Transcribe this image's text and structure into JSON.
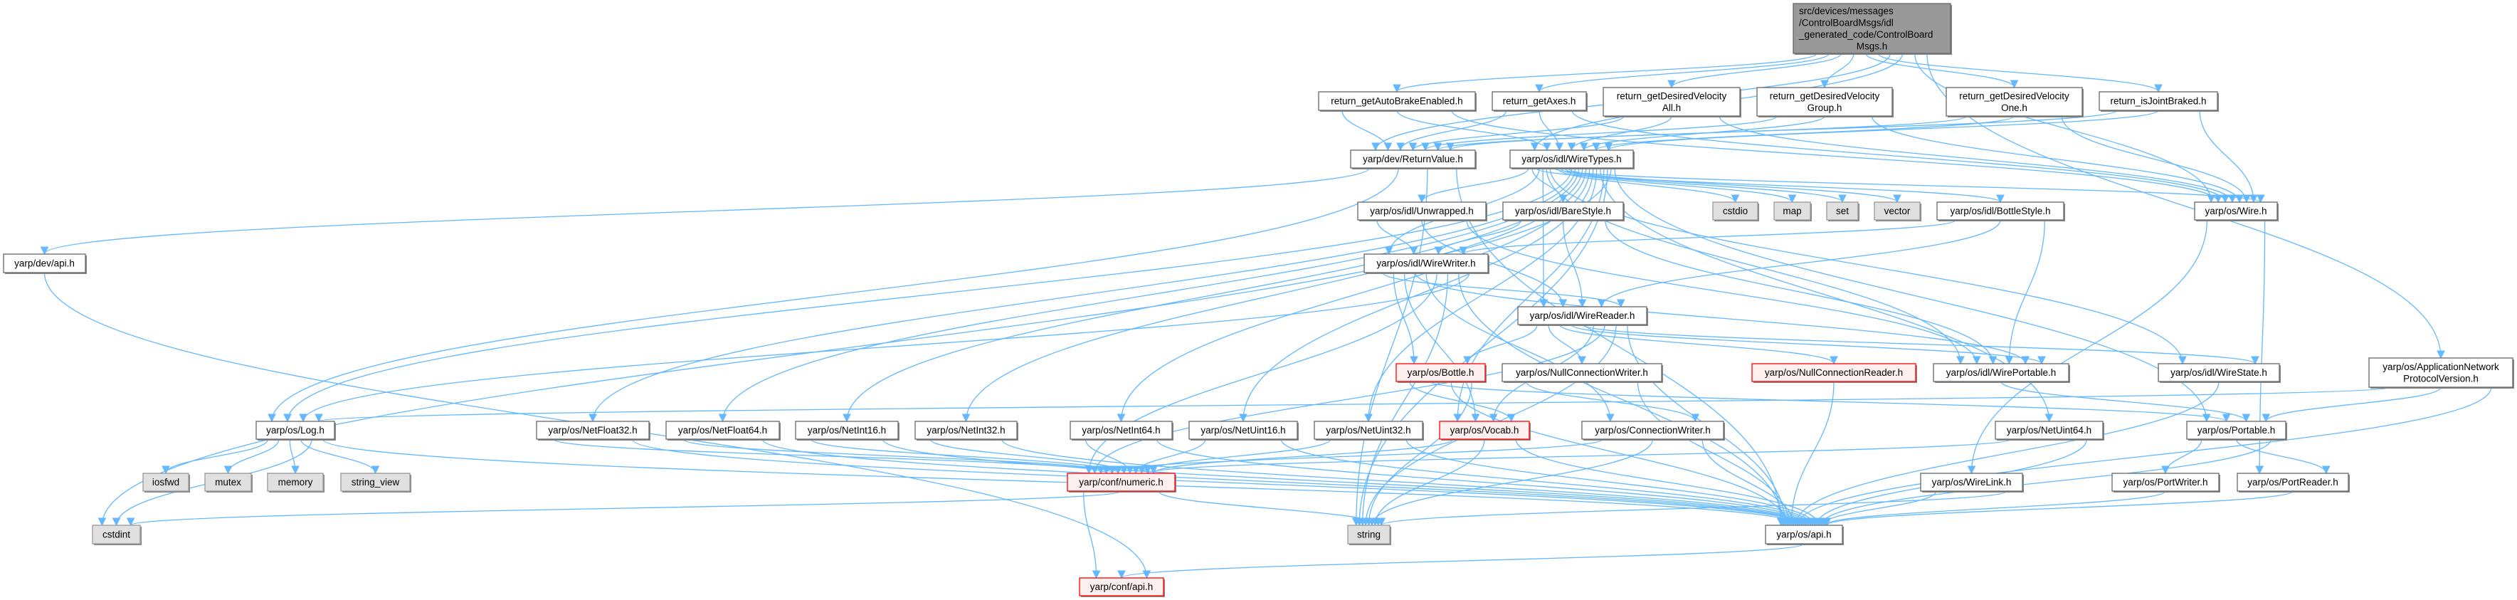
{
  "title": "Include dependency graph for ControlBoardMsgs.h",
  "colors": {
    "edge": "#63b8ff",
    "root_fill": "#999999",
    "root_stroke": "#666666",
    "normal_fill": "#ffffff",
    "normal_stroke": "#666666",
    "system_fill": "#e0e0e0",
    "system_stroke": "#999999",
    "missing_fill": "#fff0f0",
    "missing_stroke": "#ff0000"
  },
  "nodes": [
    {
      "id": "root",
      "kind": "root",
      "lines": [
        "src/devices/messages",
        "/ControlBoardMsgs/idl",
        "_generated_code/ControlBoard",
        "Msgs.h"
      ]
    },
    {
      "id": "autobrake",
      "kind": "normal",
      "lines": [
        "return_getAutoBrakeEnabled.h"
      ]
    },
    {
      "id": "getaxes",
      "kind": "normal",
      "lines": [
        "return_getAxes.h"
      ]
    },
    {
      "id": "dvall",
      "kind": "normal",
      "lines": [
        "return_getDesiredVelocity",
        "All.h"
      ]
    },
    {
      "id": "dvgroup",
      "kind": "normal",
      "lines": [
        "return_getDesiredVelocity",
        "Group.h"
      ]
    },
    {
      "id": "dvone",
      "kind": "normal",
      "lines": [
        "return_getDesiredVelocity",
        "One.h"
      ]
    },
    {
      "id": "isjoint",
      "kind": "normal",
      "lines": [
        "return_isJointBraked.h"
      ]
    },
    {
      "id": "returnvalue",
      "kind": "normal",
      "lines": [
        "yarp/dev/ReturnValue.h"
      ]
    },
    {
      "id": "wiretypes",
      "kind": "normal",
      "lines": [
        "yarp/os/idl/WireTypes.h"
      ]
    },
    {
      "id": "devapi",
      "kind": "normal",
      "lines": [
        "yarp/dev/api.h"
      ]
    },
    {
      "id": "unwrapped",
      "kind": "normal",
      "lines": [
        "yarp/os/idl/Unwrapped.h"
      ]
    },
    {
      "id": "barestyle",
      "kind": "normal",
      "lines": [
        "yarp/os/idl/BareStyle.h"
      ]
    },
    {
      "id": "cstdio",
      "kind": "system",
      "lines": [
        "cstdio"
      ]
    },
    {
      "id": "map",
      "kind": "system",
      "lines": [
        "map"
      ]
    },
    {
      "id": "set",
      "kind": "system",
      "lines": [
        "set"
      ]
    },
    {
      "id": "vector",
      "kind": "system",
      "lines": [
        "vector"
      ]
    },
    {
      "id": "bottlestyle",
      "kind": "normal",
      "lines": [
        "yarp/os/idl/BottleStyle.h"
      ]
    },
    {
      "id": "wire",
      "kind": "normal",
      "lines": [
        "yarp/os/Wire.h"
      ]
    },
    {
      "id": "wirewriter",
      "kind": "normal",
      "lines": [
        "yarp/os/idl/WireWriter.h"
      ]
    },
    {
      "id": "wirereader",
      "kind": "normal",
      "lines": [
        "yarp/os/idl/WireReader.h"
      ]
    },
    {
      "id": "bottle",
      "kind": "missing",
      "lines": [
        "yarp/os/Bottle.h"
      ]
    },
    {
      "id": "nullconnwriter",
      "kind": "normal",
      "lines": [
        "yarp/os/NullConnectionWriter.h"
      ]
    },
    {
      "id": "nullconnreader",
      "kind": "missing",
      "lines": [
        "yarp/os/NullConnectionReader.h"
      ]
    },
    {
      "id": "wireportable",
      "kind": "normal",
      "lines": [
        "yarp/os/idl/WirePortable.h"
      ]
    },
    {
      "id": "wirestate",
      "kind": "normal",
      "lines": [
        "yarp/os/idl/WireState.h"
      ]
    },
    {
      "id": "appnet",
      "kind": "normal",
      "lines": [
        "yarp/os/ApplicationNetwork",
        "ProtocolVersion.h"
      ]
    },
    {
      "id": "log",
      "kind": "normal",
      "lines": [
        "yarp/os/Log.h"
      ]
    },
    {
      "id": "netfloat32",
      "kind": "normal",
      "lines": [
        "yarp/os/NetFloat32.h"
      ]
    },
    {
      "id": "netfloat64",
      "kind": "normal",
      "lines": [
        "yarp/os/NetFloat64.h"
      ]
    },
    {
      "id": "netint16",
      "kind": "normal",
      "lines": [
        "yarp/os/NetInt16.h"
      ]
    },
    {
      "id": "netint32",
      "kind": "normal",
      "lines": [
        "yarp/os/NetInt32.h"
      ]
    },
    {
      "id": "netint64",
      "kind": "normal",
      "lines": [
        "yarp/os/NetInt64.h"
      ]
    },
    {
      "id": "netuint16",
      "kind": "normal",
      "lines": [
        "yarp/os/NetUint16.h"
      ]
    },
    {
      "id": "netuint32",
      "kind": "normal",
      "lines": [
        "yarp/os/NetUint32.h"
      ]
    },
    {
      "id": "vocab",
      "kind": "missing",
      "lines": [
        "yarp/os/Vocab.h"
      ]
    },
    {
      "id": "connwriter",
      "kind": "normal",
      "lines": [
        "yarp/os/ConnectionWriter.h"
      ]
    },
    {
      "id": "netuint64",
      "kind": "normal",
      "lines": [
        "yarp/os/NetUint64.h"
      ]
    },
    {
      "id": "portable",
      "kind": "normal",
      "lines": [
        "yarp/os/Portable.h"
      ]
    },
    {
      "id": "iosfwd",
      "kind": "system",
      "lines": [
        "iosfwd"
      ]
    },
    {
      "id": "mutex",
      "kind": "system",
      "lines": [
        "mutex"
      ]
    },
    {
      "id": "memory",
      "kind": "system",
      "lines": [
        "memory"
      ]
    },
    {
      "id": "string_view",
      "kind": "system",
      "lines": [
        "string_view"
      ]
    },
    {
      "id": "numeric",
      "kind": "missing",
      "lines": [
        "yarp/conf/numeric.h"
      ]
    },
    {
      "id": "wirelink",
      "kind": "normal",
      "lines": [
        "yarp/os/WireLink.h"
      ]
    },
    {
      "id": "portwriter",
      "kind": "normal",
      "lines": [
        "yarp/os/PortWriter.h"
      ]
    },
    {
      "id": "portreader",
      "kind": "normal",
      "lines": [
        "yarp/os/PortReader.h"
      ]
    },
    {
      "id": "cstdint",
      "kind": "system",
      "lines": [
        "cstdint"
      ]
    },
    {
      "id": "string",
      "kind": "system",
      "lines": [
        "string"
      ]
    },
    {
      "id": "osapi",
      "kind": "normal",
      "lines": [
        "yarp/os/api.h"
      ]
    },
    {
      "id": "confapi",
      "kind": "missing",
      "lines": [
        "yarp/conf/api.h"
      ]
    }
  ],
  "edges": [
    [
      "root",
      "autobrake"
    ],
    [
      "root",
      "getaxes"
    ],
    [
      "root",
      "dvall"
    ],
    [
      "root",
      "dvgroup"
    ],
    [
      "root",
      "dvone"
    ],
    [
      "root",
      "isjoint"
    ],
    [
      "root",
      "returnvalue"
    ],
    [
      "root",
      "wiretypes"
    ],
    [
      "root",
      "wire"
    ],
    [
      "root",
      "appnet"
    ],
    [
      "autobrake",
      "returnvalue"
    ],
    [
      "autobrake",
      "wiretypes"
    ],
    [
      "autobrake",
      "wire"
    ],
    [
      "getaxes",
      "returnvalue"
    ],
    [
      "getaxes",
      "wiretypes"
    ],
    [
      "getaxes",
      "wire"
    ],
    [
      "dvall",
      "returnvalue"
    ],
    [
      "dvall",
      "wiretypes"
    ],
    [
      "dvall",
      "wire"
    ],
    [
      "dvgroup",
      "returnvalue"
    ],
    [
      "dvgroup",
      "wiretypes"
    ],
    [
      "dvgroup",
      "wire"
    ],
    [
      "dvone",
      "returnvalue"
    ],
    [
      "dvone",
      "wiretypes"
    ],
    [
      "dvone",
      "wire"
    ],
    [
      "isjoint",
      "returnvalue"
    ],
    [
      "isjoint",
      "wiretypes"
    ],
    [
      "isjoint",
      "wire"
    ],
    [
      "returnvalue",
      "devapi"
    ],
    [
      "returnvalue",
      "log"
    ],
    [
      "returnvalue",
      "string"
    ],
    [
      "returnvalue",
      "osapi"
    ],
    [
      "wiretypes",
      "unwrapped"
    ],
    [
      "wiretypes",
      "barestyle"
    ],
    [
      "wiretypes",
      "bottlestyle"
    ],
    [
      "wiretypes",
      "wirewriter"
    ],
    [
      "wiretypes",
      "wirereader"
    ],
    [
      "wiretypes",
      "wireportable"
    ],
    [
      "wiretypes",
      "wirestate"
    ],
    [
      "wiretypes",
      "wire"
    ],
    [
      "wiretypes",
      "cstdio"
    ],
    [
      "wiretypes",
      "map"
    ],
    [
      "wiretypes",
      "set"
    ],
    [
      "wiretypes",
      "vector"
    ],
    [
      "wiretypes",
      "log"
    ],
    [
      "wiretypes",
      "netfloat32"
    ],
    [
      "wiretypes",
      "netfloat64"
    ],
    [
      "wiretypes",
      "netint16"
    ],
    [
      "wiretypes",
      "netint32"
    ],
    [
      "wiretypes",
      "netint64"
    ],
    [
      "wiretypes",
      "netuint16"
    ],
    [
      "wiretypes",
      "netuint32"
    ],
    [
      "wiretypes",
      "netuint64"
    ],
    [
      "wiretypes",
      "vocab"
    ],
    [
      "wiretypes",
      "string"
    ],
    [
      "wiretypes",
      "cstdint"
    ],
    [
      "wiretypes",
      "portable"
    ],
    [
      "unwrapped",
      "wirewriter"
    ],
    [
      "unwrapped",
      "wirereader"
    ],
    [
      "unwrapped",
      "wireportable"
    ],
    [
      "barestyle",
      "wirewriter"
    ],
    [
      "barestyle",
      "wirereader"
    ],
    [
      "barestyle",
      "wireportable"
    ],
    [
      "bottlestyle",
      "wirewriter"
    ],
    [
      "bottlestyle",
      "wirereader"
    ],
    [
      "bottlestyle",
      "wireportable"
    ],
    [
      "wirewriter",
      "wirereader"
    ],
    [
      "wirewriter",
      "bottle"
    ],
    [
      "wirewriter",
      "vocab"
    ],
    [
      "wirewriter",
      "wireportable"
    ],
    [
      "wirewriter",
      "connwriter"
    ],
    [
      "wirewriter",
      "numeric"
    ],
    [
      "wirewriter",
      "string"
    ],
    [
      "wirewriter",
      "osapi"
    ],
    [
      "wirewriter",
      "log"
    ],
    [
      "wirereader",
      "bottle"
    ],
    [
      "wirereader",
      "nullconnwriter"
    ],
    [
      "wirereader",
      "nullconnreader"
    ],
    [
      "wirereader",
      "wireportable"
    ],
    [
      "wirereader",
      "wirestate"
    ],
    [
      "wirereader",
      "vocab"
    ],
    [
      "wirereader",
      "numeric"
    ],
    [
      "wirereader",
      "string"
    ],
    [
      "wirereader",
      "osapi"
    ],
    [
      "bottle",
      "vocab"
    ],
    [
      "bottle",
      "portable"
    ],
    [
      "bottle",
      "osapi"
    ],
    [
      "bottle",
      "string"
    ],
    [
      "nullconnwriter",
      "connwriter"
    ],
    [
      "nullconnwriter",
      "osapi"
    ],
    [
      "nullconnreader",
      "osapi"
    ],
    [
      "connwriter",
      "numeric"
    ],
    [
      "connwriter",
      "string"
    ],
    [
      "connwriter",
      "osapi"
    ],
    [
      "wireportable",
      "portable"
    ],
    [
      "wirestate",
      "osapi"
    ],
    [
      "wire",
      "wirelink"
    ],
    [
      "wire",
      "portreader"
    ],
    [
      "appnet",
      "log"
    ],
    [
      "appnet",
      "portable"
    ],
    [
      "appnet",
      "osapi"
    ],
    [
      "log",
      "iosfwd"
    ],
    [
      "log",
      "mutex"
    ],
    [
      "log",
      "memory"
    ],
    [
      "log",
      "string_view"
    ],
    [
      "log",
      "cstdint"
    ],
    [
      "log",
      "osapi"
    ],
    [
      "netfloat32",
      "numeric"
    ],
    [
      "netfloat32",
      "osapi"
    ],
    [
      "netfloat64",
      "numeric"
    ],
    [
      "netfloat64",
      "osapi"
    ],
    [
      "netint16",
      "numeric"
    ],
    [
      "netint16",
      "osapi"
    ],
    [
      "netint32",
      "numeric"
    ],
    [
      "netint32",
      "osapi"
    ],
    [
      "netint64",
      "numeric"
    ],
    [
      "netint64",
      "osapi"
    ],
    [
      "netuint16",
      "numeric"
    ],
    [
      "netuint16",
      "osapi"
    ],
    [
      "netuint32",
      "numeric"
    ],
    [
      "netuint32",
      "osapi"
    ],
    [
      "netuint64",
      "numeric"
    ],
    [
      "netuint64",
      "osapi"
    ],
    [
      "vocab",
      "numeric"
    ],
    [
      "vocab",
      "string"
    ],
    [
      "vocab",
      "osapi"
    ],
    [
      "numeric",
      "confapi"
    ],
    [
      "numeric",
      "cstdint"
    ],
    [
      "numeric",
      "string"
    ],
    [
      "portable",
      "portwriter"
    ],
    [
      "portable",
      "portreader"
    ],
    [
      "portable",
      "osapi"
    ],
    [
      "wirelink",
      "osapi"
    ],
    [
      "wirelink",
      "string"
    ],
    [
      "portwriter",
      "osapi"
    ],
    [
      "portreader",
      "osapi"
    ],
    [
      "osapi",
      "confapi"
    ],
    [
      "devapi",
      "confapi"
    ]
  ]
}
